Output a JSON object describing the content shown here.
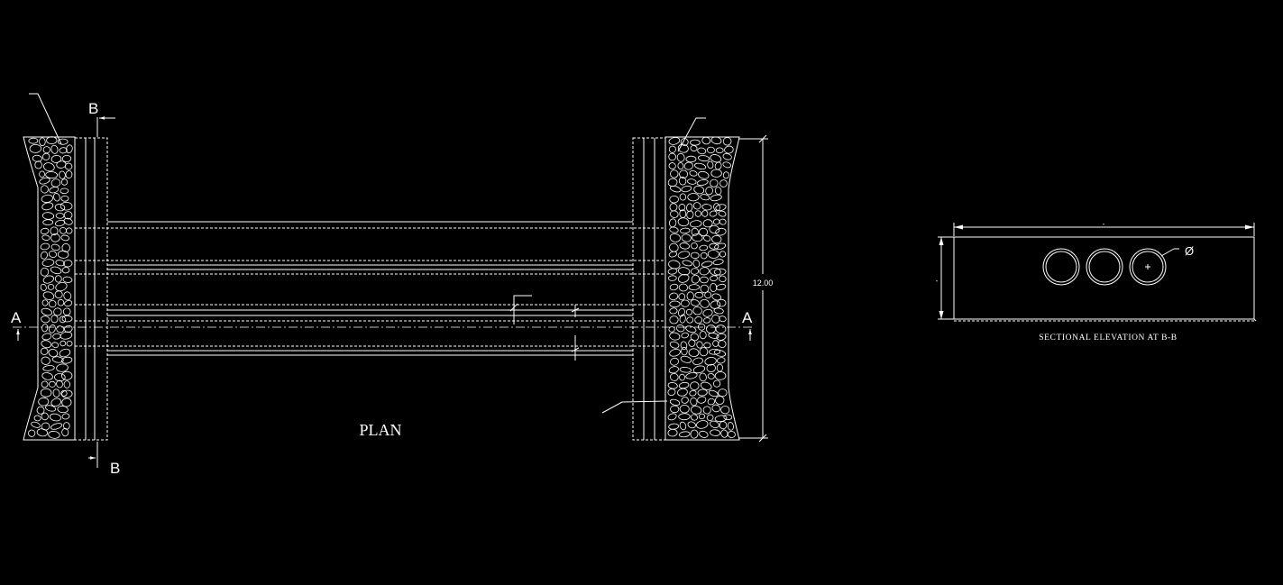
{
  "plan": {
    "title": "PLAN",
    "section_a_left": "A",
    "section_a_right": "A",
    "section_b_top": "B",
    "section_b_bottom": "B",
    "span_dimension": "12.00"
  },
  "elevation": {
    "title": "SECTIONAL ELEVATION AT B-B",
    "diameter_symbol": "Ø",
    "width_dimension": "-",
    "height_dimension": "-"
  },
  "colors": {
    "background": "#000000",
    "linework": "#ffffff"
  }
}
